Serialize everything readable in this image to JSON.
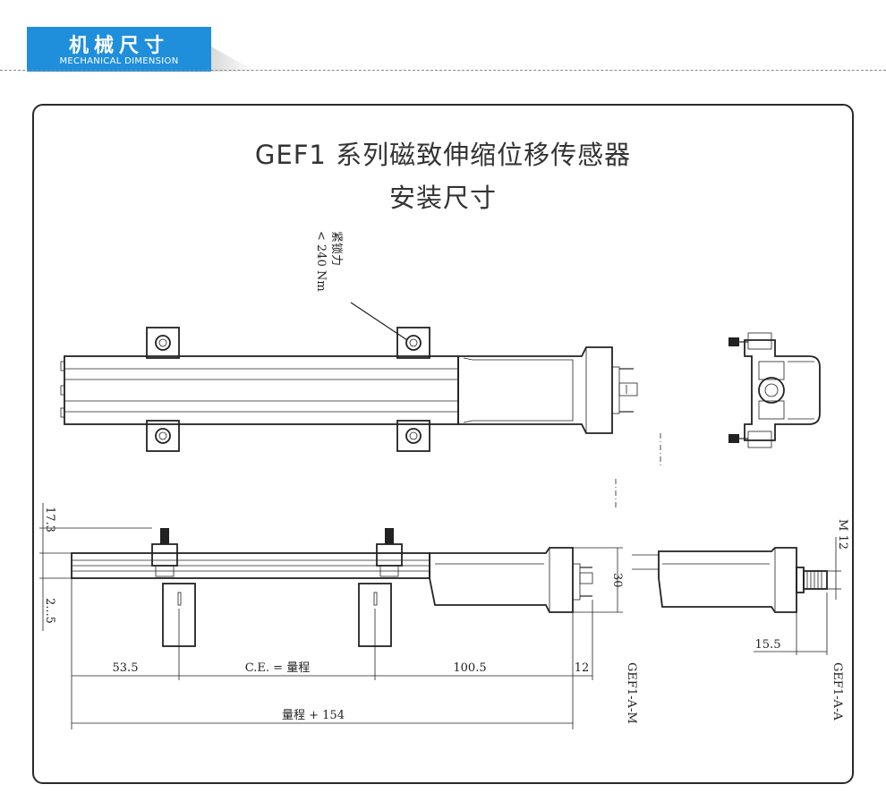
{
  "header": {
    "title_zh": "机械尺寸",
    "title_en": "MECHANICAL DIMENSION"
  },
  "diagram": {
    "title_line1": "GEF1 系列磁致伸缩位移传感器",
    "title_line2": "安装尺寸",
    "torque_note_line1": "紧锁力",
    "torque_note_line2": "< 240 Nm",
    "dim_17_3": "17.3",
    "dim_2_5": "2...5",
    "dim_53_5": "53.5",
    "dim_ce": "C.E. = 量程",
    "dim_100_5": "100.5",
    "dim_12": "12",
    "dim_30": "30",
    "dim_total": "量程 + 154",
    "model_m": "GEF1-A-M",
    "model_a": "GEF1-A-A",
    "dim_m12": "M 12",
    "dim_15_5": "15.5"
  },
  "colors": {
    "header_blue": "#1f8fdc",
    "line": "#222222",
    "frame": "#2a2a2a"
  }
}
